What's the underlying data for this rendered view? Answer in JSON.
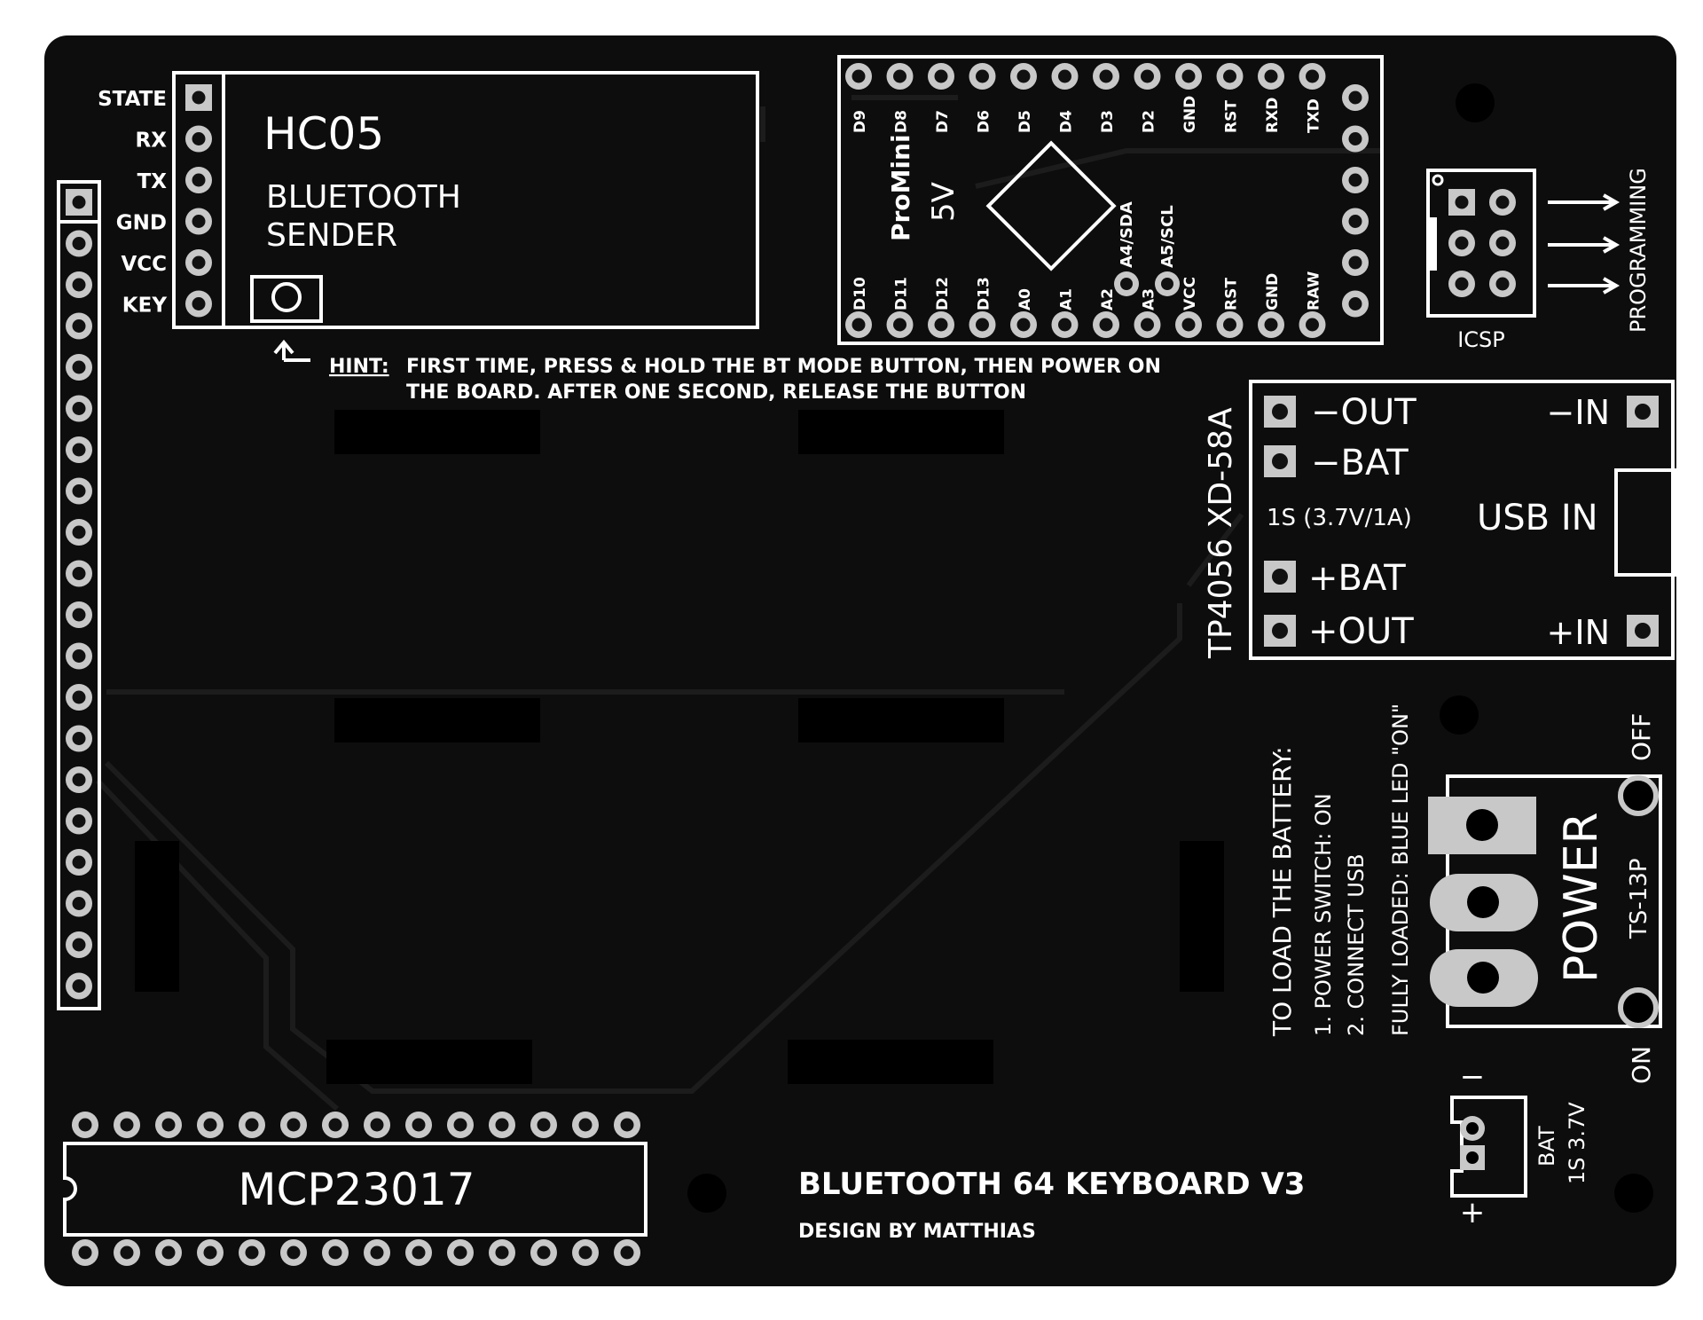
{
  "colors": {
    "board": "#0d0d0d",
    "silk": "#ffffff",
    "pad": "#cfcfcf",
    "hole": "#111111",
    "trace": "#1a1a1a",
    "plate": "#c8c8c8"
  },
  "hc05": {
    "pins": [
      "STATE",
      "RX",
      "TX",
      "GND",
      "VCC",
      "KEY"
    ],
    "title": "HC05",
    "subtitle_line1": "BLUETOOTH",
    "subtitle_line2": "SENDER"
  },
  "hint": {
    "label": "HINT:",
    "line1": "FIRST TIME, PRESS & HOLD THE BT MODE BUTTON, THEN POWER ON",
    "line2": "THE BOARD. AFTER ONE SECOND, RELEASE THE BUTTON"
  },
  "promini": {
    "name": "ProMini",
    "voltage": "5V",
    "top_pins": [
      "D9",
      "D8",
      "D7",
      "D6",
      "D5",
      "D4",
      "D3",
      "D2",
      "GND",
      "RST",
      "RXD",
      "TXD"
    ],
    "bottom_pins": [
      "D10",
      "D11",
      "D12",
      "D13",
      "A0",
      "A1",
      "A2",
      "A3",
      "VCC",
      "RST",
      "GND",
      "RAW"
    ],
    "i2c_pins": [
      "A4/SDA",
      "A5/SCL"
    ]
  },
  "icsp": {
    "label": "ICSP",
    "arrow_label": "PROGRAMMING"
  },
  "tp4056": {
    "title": "TP4056 XD-58A",
    "out_minus": "−OUT",
    "bat_minus": "−BAT",
    "bat_plus": "+BAT",
    "out_plus": "+OUT",
    "in_minus": "−IN",
    "in_plus": "+IN",
    "spec": "1S (3.7V/1A)",
    "usb": "USB IN"
  },
  "battery_notes": {
    "title": "TO LOAD THE BATTERY:",
    "step1": "1. POWER SWITCH: ON",
    "step2": "2. CONNECT USB",
    "step3": "FULLY LOADED: BLUE LED \"ON\""
  },
  "power_switch": {
    "label": "POWER",
    "part": "TS-13P",
    "off": "OFF",
    "on": "ON"
  },
  "battery": {
    "minus": "−",
    "plus": "+",
    "label1": "BAT",
    "label2": "1S 3.7V"
  },
  "mcp": {
    "label": "MCP23017"
  },
  "footer": {
    "title": "BLUETOOTH 64 KEYBOARD V3",
    "credit": "DESIGN BY MATTHIAS"
  },
  "header_pin_count": 20,
  "mcp_pins_per_row": 14
}
